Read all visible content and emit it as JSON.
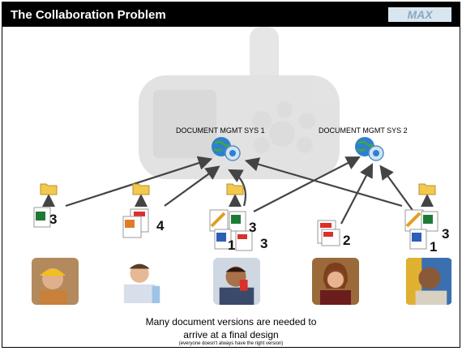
{
  "slide": {
    "title": "The Collaboration Problem",
    "logo_text": "MAX"
  },
  "systems": [
    {
      "label": "DOCUMENT MGMT SYS 1"
    },
    {
      "label": "DOCUMENT MGMT SYS 2"
    }
  ],
  "versions": [
    "3",
    "4",
    "3",
    "1",
    "3",
    "2",
    "3",
    "1"
  ],
  "caption": {
    "line1": "Many document versions are needed to",
    "line2": "arrive at a final design",
    "line3": "(everyone doesn't always have the right version)"
  },
  "colors": {
    "title_bar": "#000000",
    "title_text": "#ffffff",
    "arrow": "#444444",
    "folder": "#f2c94c",
    "excel": "#1d7a34",
    "pdf": "#d9302c",
    "word": "#2b5fb8",
    "globe": "#2f7fd1"
  }
}
